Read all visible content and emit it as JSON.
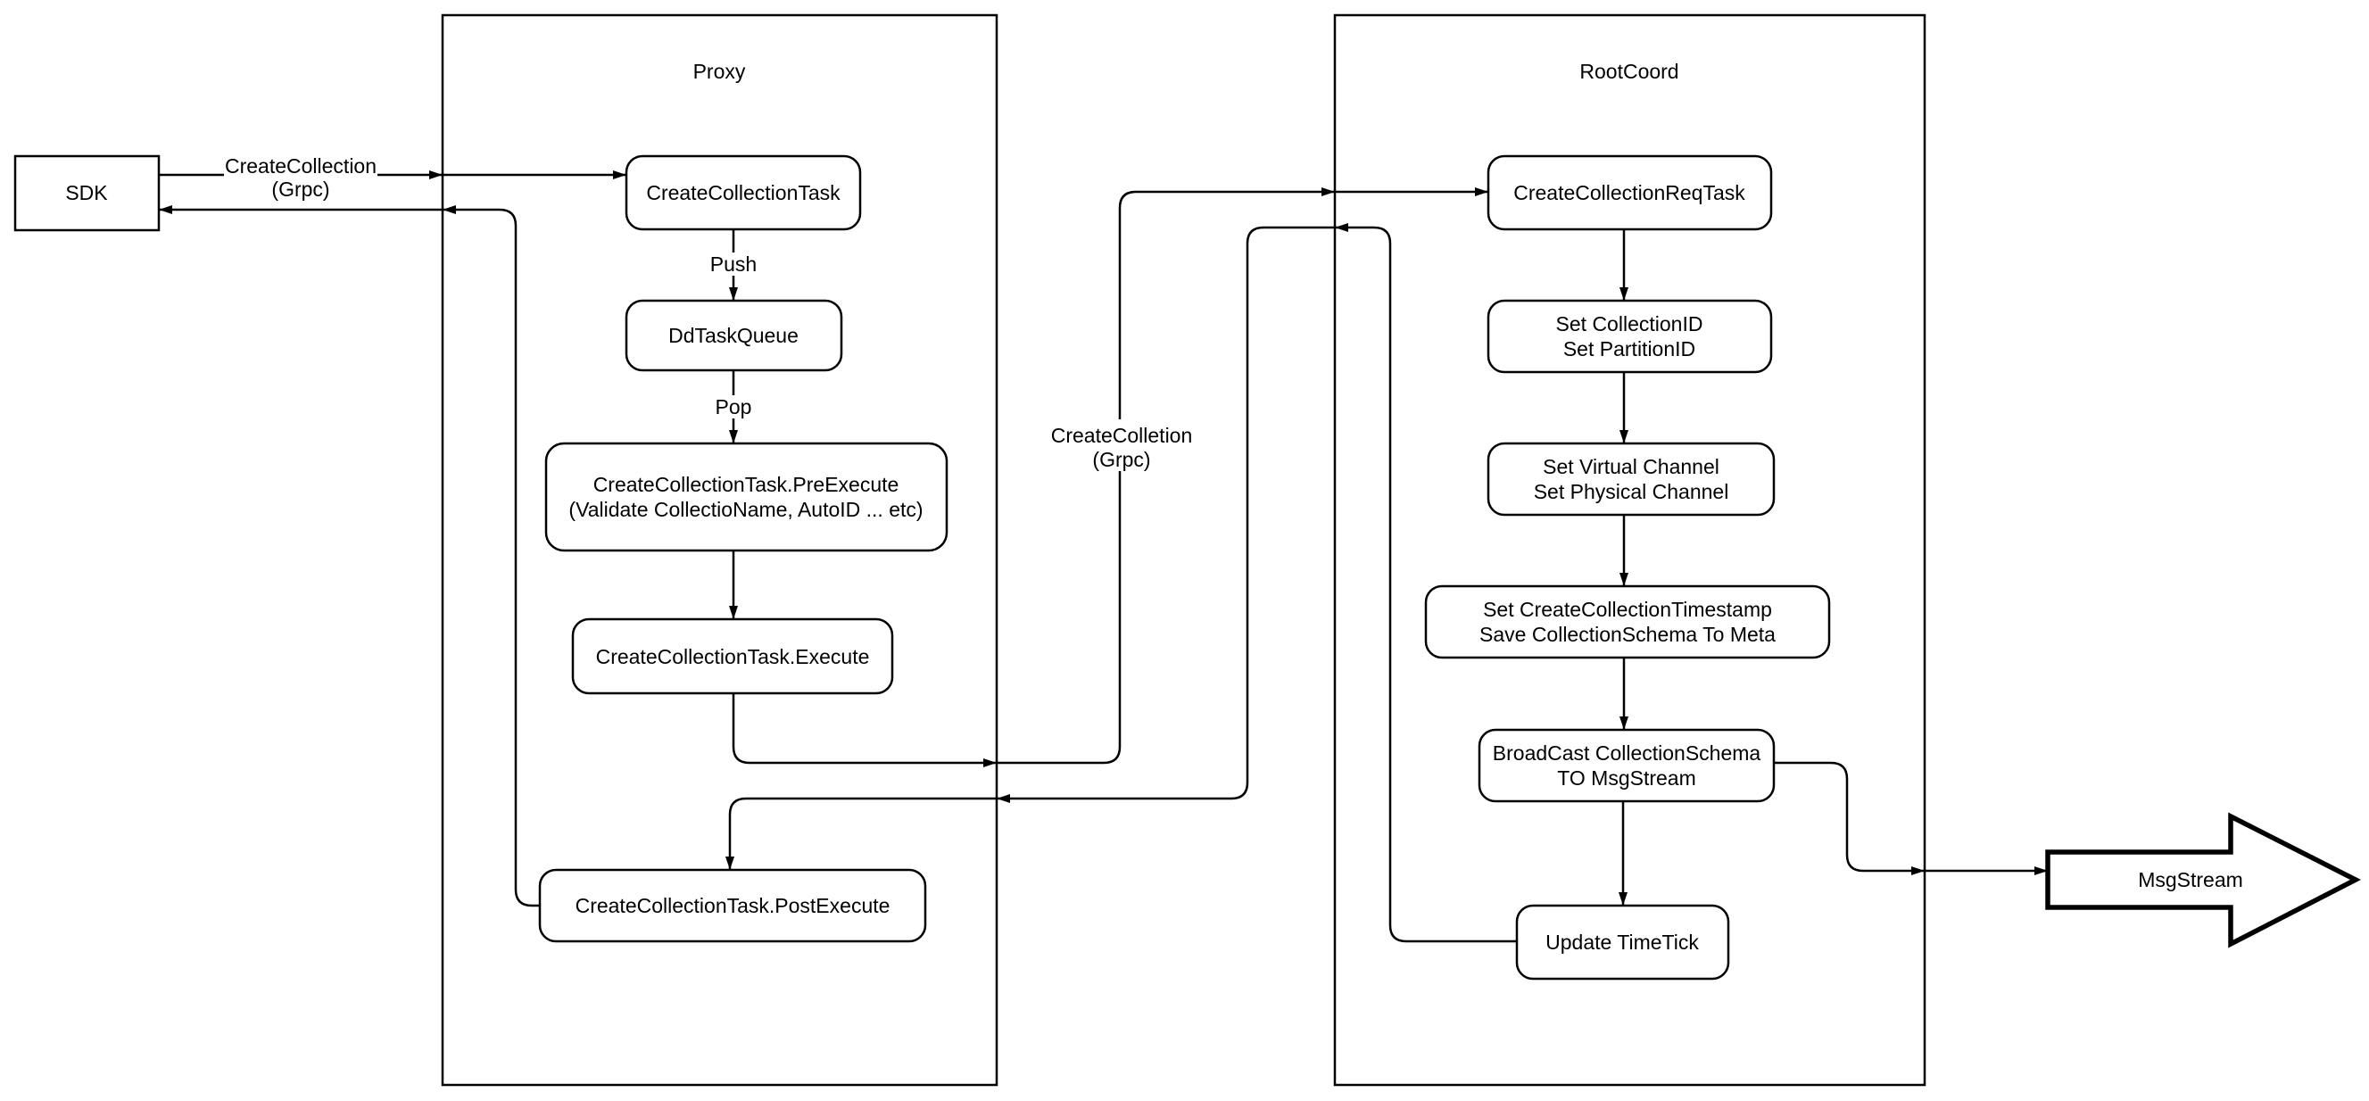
{
  "diagram": {
    "background_color": "#ffffff",
    "stroke_color": "#000000",
    "containers": {
      "proxy": {
        "title": "Proxy"
      },
      "rootcoord": {
        "title": "RootCoord"
      }
    },
    "nodes": {
      "sdk": {
        "label": "SDK"
      },
      "create_collection_task": {
        "label": "CreateCollectionTask"
      },
      "dd_task_queue": {
        "label": "DdTaskQueue"
      },
      "pre_execute": {
        "line1": "CreateCollectionTask.PreExecute",
        "line2": "(Validate CollectioName, AutoID ... etc)"
      },
      "execute": {
        "label": "CreateCollectionTask.Execute"
      },
      "post_execute": {
        "label": "CreateCollectionTask.PostExecute"
      },
      "req_task": {
        "label": "CreateCollectionReqTask"
      },
      "set_ids": {
        "line1": "Set CollectionID",
        "line2": "Set PartitionID"
      },
      "set_channels": {
        "line1": "Set Virtual Channel",
        "line2": "Set Physical Channel"
      },
      "set_timestamp": {
        "line1": "Set CreateCollectionTimestamp",
        "line2": "Save CollectionSchema To Meta"
      },
      "broadcast": {
        "line1": "BroadCast CollectionSchema",
        "line2": "TO MsgStream"
      },
      "update_timetick": {
        "label": "Update TimeTick"
      },
      "msgstream": {
        "label": "MsgStream"
      }
    },
    "edge_labels": {
      "sdk_grpc": {
        "line1": "CreateCollection",
        "line2": "(Grpc)"
      },
      "push": "Push",
      "pop": "Pop",
      "mid_grpc": {
        "line1": "CreateColletion",
        "line2": "(Grpc)"
      }
    }
  }
}
